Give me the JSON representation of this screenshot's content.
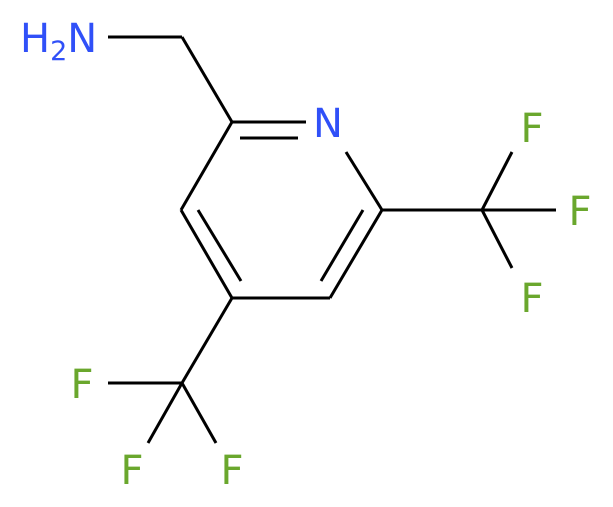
{
  "molecule": {
    "colors": {
      "bond": "#000000",
      "nitrogen": "#3050f8",
      "fluorine": "#6aa72d"
    },
    "amine": {
      "main": "H",
      "sub": "2",
      "tail": "N"
    },
    "ring_nitrogen": "N",
    "cf3_right": {
      "f_top": "F",
      "f_mid": "F",
      "f_bottom": "F"
    },
    "cf3_bottom": {
      "f_left": "F",
      "f_bottom_left": "F",
      "f_bottom_right": "F"
    }
  }
}
